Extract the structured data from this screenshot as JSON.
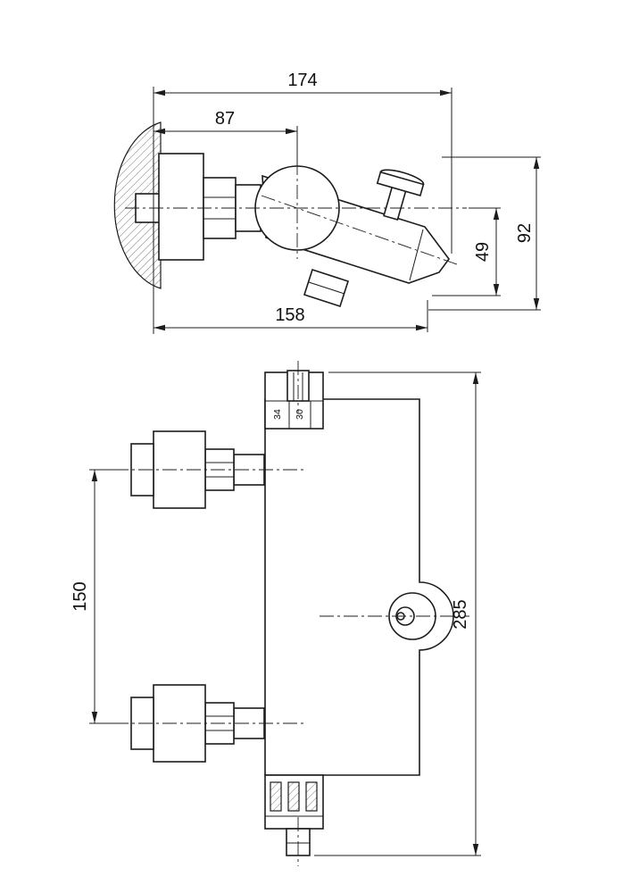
{
  "drawing": {
    "background": "#ffffff",
    "line_color": "#1c1c1c",
    "side_view": {
      "dim_overall_depth": "174",
      "dim_wall_to_handle_center": "87",
      "dim_overall_height": "92",
      "dim_center_to_spout": "49",
      "dim_wall_to_spout": "158"
    },
    "front_view": {
      "dim_overall_height": "285",
      "dim_inlet_spacing": "150",
      "dim_top_port_left": "34",
      "dim_top_port_right": "30"
    }
  }
}
